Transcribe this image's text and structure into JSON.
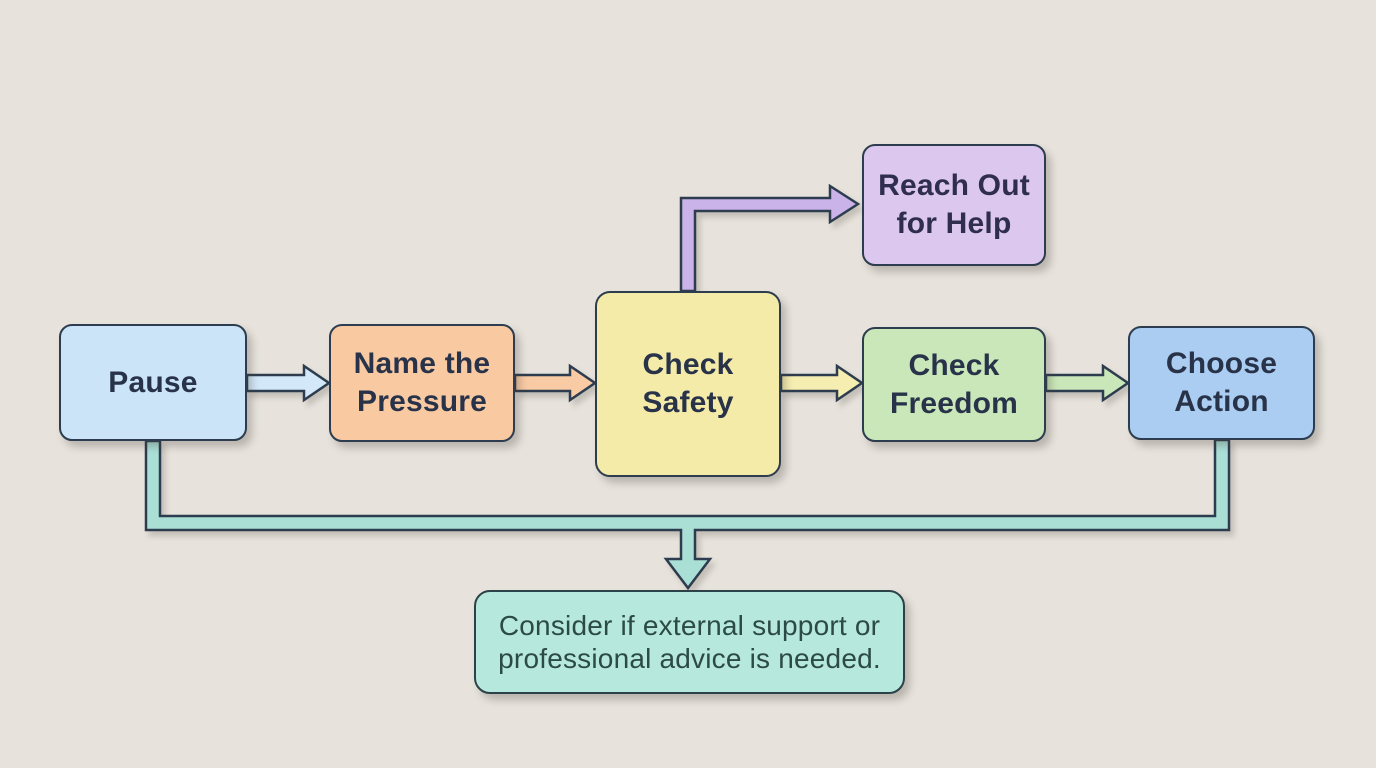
{
  "canvas": {
    "background": "#e7e3dc",
    "outline": "#2d3c4e"
  },
  "nodes": {
    "pause": {
      "label": "Pause",
      "color": "#cbe4f7"
    },
    "name_pressure": {
      "label": "Name the\nPressure",
      "color": "#f9c9a2"
    },
    "check_safety": {
      "label": "Check\nSafety",
      "color": "#f5eba8"
    },
    "check_freedom": {
      "label": "Check\nFreedom",
      "color": "#c9e7b9"
    },
    "choose_action": {
      "label": "Choose\nAction",
      "color": "#abcdf1"
    },
    "reach_out": {
      "label": "Reach Out\nfor Help",
      "color": "#dcc8ee"
    },
    "note": {
      "label": "Consider if external support or\nprofessional advice is needed.",
      "color": "#b7e8dd"
    }
  },
  "connectors": {
    "pause_to_name": {
      "color": "#d3e8f8"
    },
    "name_to_safety": {
      "color": "#f8cba4"
    },
    "safety_to_freedom": {
      "color": "#f6eeb0"
    },
    "freedom_to_action": {
      "color": "#c9e7b9"
    },
    "safety_to_reach_out": {
      "color": "#c9b3e8"
    },
    "merge_to_note": {
      "color": "#aadfd6"
    }
  }
}
